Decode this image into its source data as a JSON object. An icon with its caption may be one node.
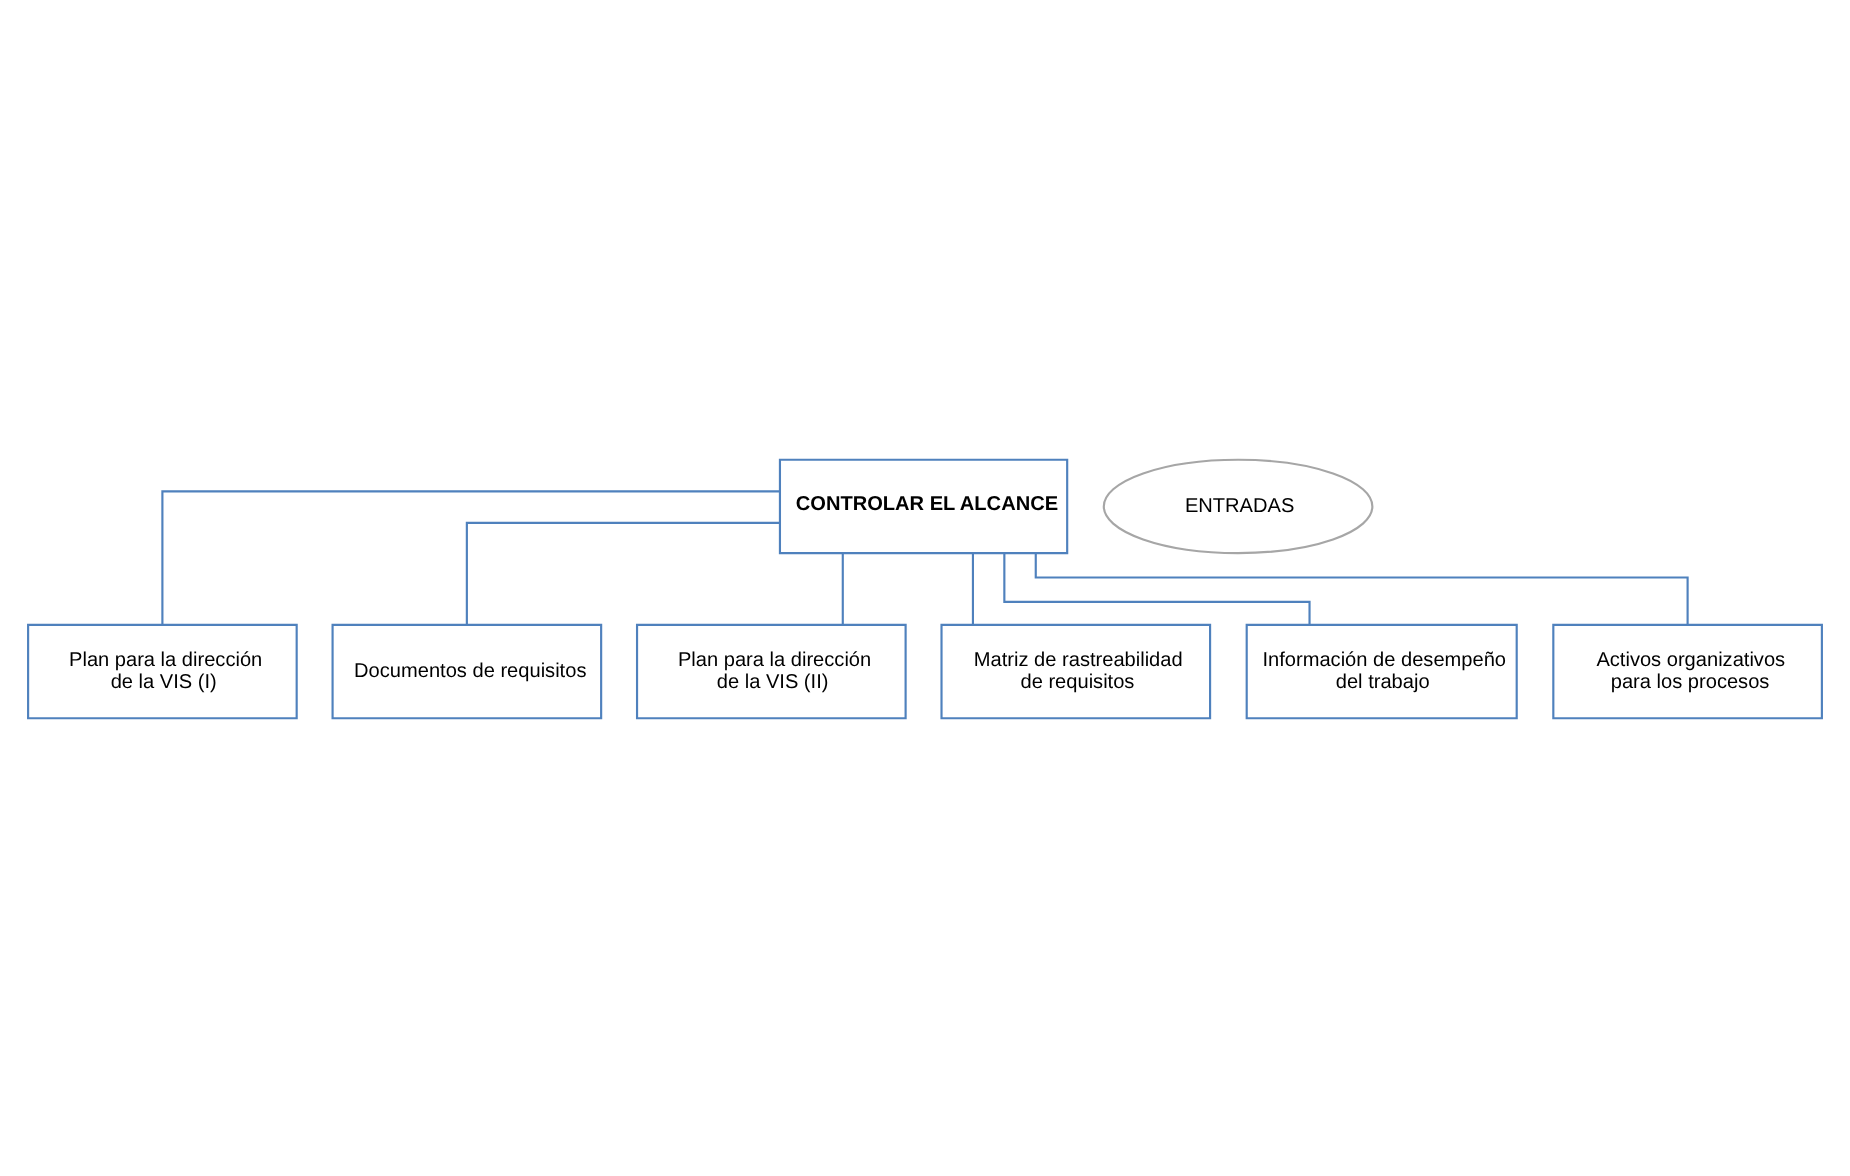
{
  "diagram": {
    "nodes": [
      {
        "text": [
          "CONTROLAR EL ALCANCE"
        ]
      },
      {
        "text": [
          "ENTRADAS"
        ]
      },
      {
        "text": [
          "Plan para la dirección de la VIS (I)"
        ]
      },
      {
        "text": [
          "Documentos de requisitos"
        ]
      },
      {
        "text": [
          "Plan para la dirección de la VIS (II)"
        ]
      },
      {
        "text": [
          "Matriz de rastreabilidad de requisitos"
        ]
      },
      {
        "text": [
          "Información de desempeño del trabajo"
        ]
      },
      {
        "text": [
          "Activos organizativos para los procesos"
        ]
      }
    ],
    "edges": [
      {
        "from": 0,
        "to": 2,
        "arrow": "none"
      },
      {
        "from": 0,
        "to": 3,
        "arrow": "none"
      },
      {
        "from": 0,
        "to": 4,
        "arrow": "none"
      },
      {
        "from": 0,
        "to": 5,
        "arrow": "none"
      },
      {
        "from": 0,
        "to": 6,
        "arrow": "none"
      },
      {
        "from": 0,
        "to": 7,
        "arrow": "none"
      }
    ]
  }
}
